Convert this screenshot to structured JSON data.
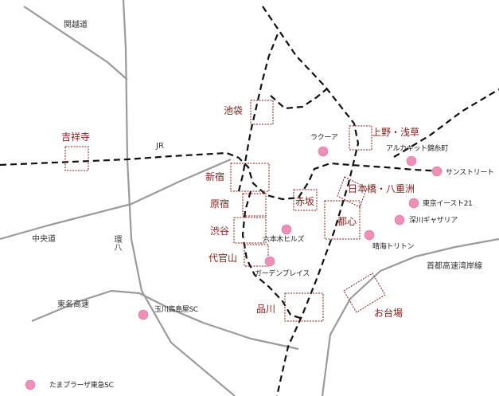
{
  "colors": {
    "road": "#9a9a9a",
    "rail": "#111111",
    "area_box": "#8b1a1a",
    "area_label": "#8b1a1a",
    "poi": "#ee8fb8",
    "road_label": "#333333"
  },
  "roads": {
    "kanetsu": "関越道",
    "jr": "JR",
    "chuo": "中央道",
    "kanpachi": "環八",
    "tomei": "東名高速",
    "wangan": "首都高速湾岸線"
  },
  "areas": {
    "ikebukuro": "池袋",
    "kichijoji": "吉祥寺",
    "ueno_asakusa": "上野・浅草",
    "shinjuku": "新宿",
    "nihonbashi": "日本橋・八重洲",
    "akasaka": "赤坂",
    "harajuku": "原宿",
    "toshin": "都心",
    "shibuya": "渋谷",
    "daikanyama": "代官山",
    "shinagawa": "品川",
    "odaiba": "お台場"
  },
  "pois": {
    "laqua": "ラクーア",
    "olinas": "アルカキット錦糸町",
    "sunstreet": "サンストリート",
    "tokyo_east21": "東京イースト21",
    "venus": "深川ギャザリア",
    "roppongi": "六本木ヒルズ",
    "triton": "晴海トリトン",
    "garden_place": "ガーデンプレイス",
    "tamagawa": "玉川高島屋SC",
    "tamaplaza": "たまプラーザ東急SC"
  }
}
